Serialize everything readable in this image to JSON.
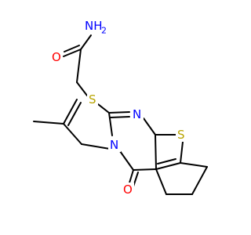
{
  "atoms": {
    "amide_n": {
      "text": "NH",
      "color": "#0000ff"
    },
    "amide_n_h": {
      "text": "2",
      "color": "#0000ff"
    },
    "amide_o": {
      "text": "O",
      "color": "#ff0000"
    },
    "thioether_s": {
      "text": "S",
      "color": "#b8a400"
    },
    "ring_n_upper": {
      "text": "N",
      "color": "#0000ff"
    },
    "ring_n_lower": {
      "text": "N",
      "color": "#0000ff"
    },
    "thiophene_s": {
      "text": "S",
      "color": "#b8a400"
    },
    "keto_o": {
      "text": "O",
      "color": "#ff0000"
    }
  }
}
